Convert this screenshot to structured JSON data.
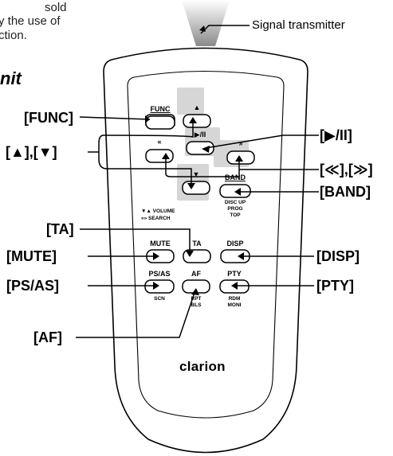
{
  "intro_lines": [
    "sold",
    "y the use of",
    "ction."
  ],
  "section_heading": "nit",
  "signal_transmitter_label": "Signal transmitter",
  "callouts": {
    "func": "[FUNC]",
    "up_down": "[▲],[▼]",
    "play_pause": "[▶/II]",
    "skip": "[≪],[≫]",
    "band": "[BAND]",
    "ta": "[TA]",
    "mute": "[MUTE]",
    "disp": "[DISP]",
    "ps_as": "[PS/AS]",
    "pty": "[PTY]",
    "af": "[AF]"
  },
  "remote_buttons": {
    "func": "FUNC",
    "up": "▲",
    "prev": "«",
    "play": "▶/II",
    "next": "»",
    "down": "▼",
    "band": "BAND",
    "mute": "MUTE",
    "ta": "TA",
    "disp": "DISP",
    "ps_as": "PS/AS",
    "af": "AF",
    "pty": "PTY"
  },
  "remote_sublabels": {
    "band_sub": [
      "DISC UP",
      "PROG",
      "TOP"
    ],
    "volume": "▼▲  VOLUME",
    "search": "«»  SEARCH",
    "ps_as_sub": "SCN",
    "af_sub": [
      "RPT",
      "BLS"
    ],
    "pty_sub": [
      "RDM",
      "MONI"
    ]
  },
  "brand_logo": "clarion"
}
